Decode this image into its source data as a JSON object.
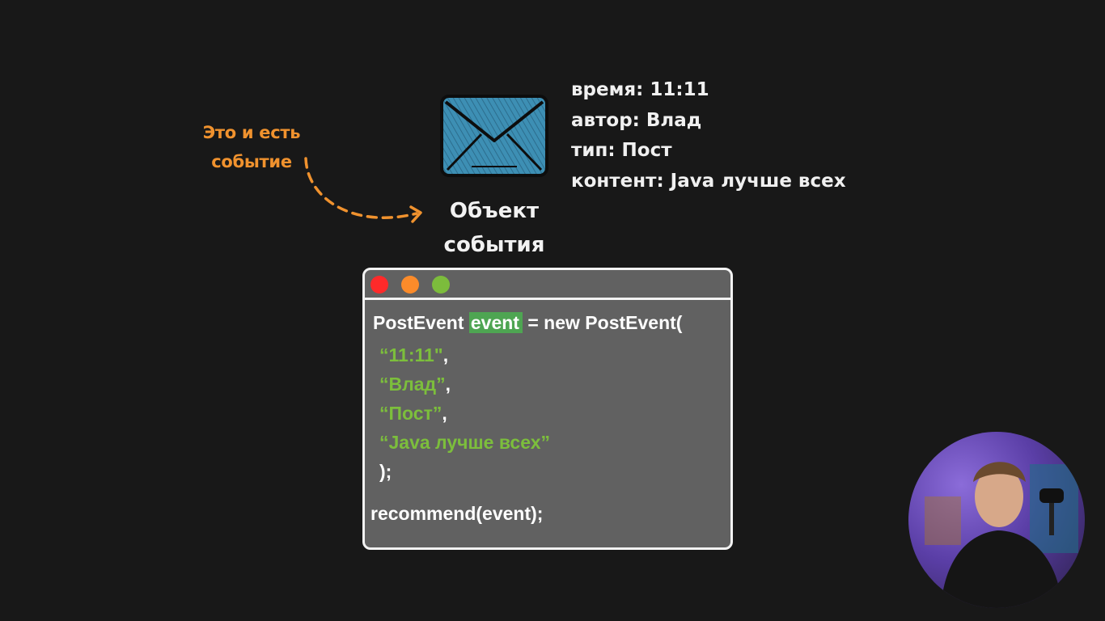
{
  "annotation": {
    "line1": "Это и есть",
    "line2": "событие"
  },
  "event_object": {
    "icon": "envelope-icon",
    "title_line1": "Объект",
    "title_line2": "события"
  },
  "properties": [
    "время: 11:11",
    "автор: Влад",
    "тип: Пост",
    "контент: Java лучше всех"
  ],
  "code": {
    "decl_type": "PostEvent ",
    "decl_var": "event",
    "decl_rest": " = new PostEvent(",
    "args": [
      {
        "value": "“11:11\"",
        "sep": ","
      },
      {
        "value": "“Влад”",
        "sep": ","
      },
      {
        "value": "“Пост”",
        "sep": ","
      },
      {
        "value": "“Java лучше всех”",
        "sep": ""
      }
    ],
    "close": ");",
    "call": "recommend(event);"
  },
  "colors": {
    "background": "#181818",
    "accent_orange": "#f0922e",
    "string_green": "#7cbe3c",
    "highlight_green": "#4ea552",
    "code_bg": "#616161",
    "envelope_blue": "#3d8fb4"
  }
}
